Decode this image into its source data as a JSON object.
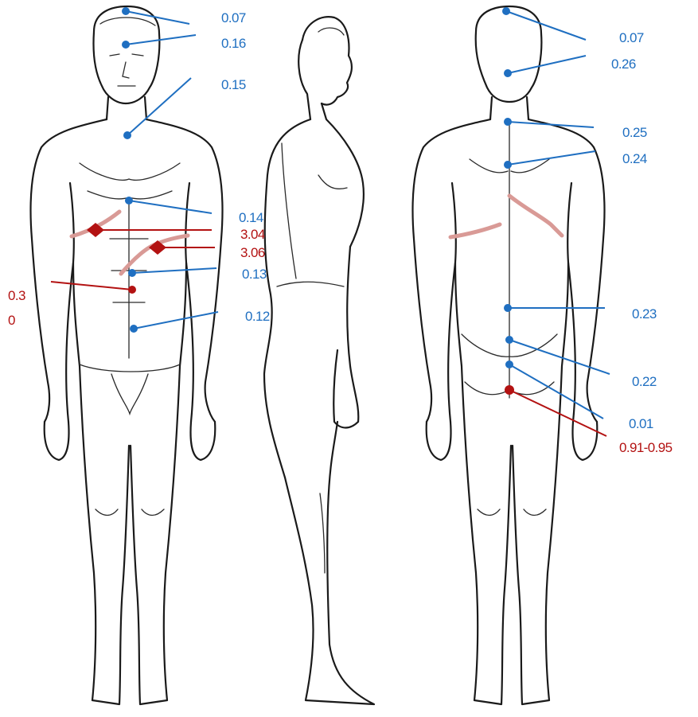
{
  "colors": {
    "blue": "#1f6fc1",
    "red": "#b31212",
    "pink": "#d99a96",
    "outline": "#1a1a1a"
  },
  "labels": {
    "front_vertex": "0.07",
    "front_forehead": "0.16",
    "front_chin": "0.15",
    "front_chest": "0.14",
    "front_rib_left": "3.04",
    "front_rib_right": "3.06",
    "front_abdomen": "0.13",
    "front_side_a": "0.3",
    "front_side_b": "0",
    "front_pubis": "0.12",
    "back_vertex": "0.07",
    "back_neck": "0.26",
    "back_upper": "0.25",
    "back_mid": "0.24",
    "back_lumbar": "0.23",
    "back_sacrum": "0.22",
    "back_coccyx": "0.01",
    "back_anus": "0.91-0.95"
  }
}
